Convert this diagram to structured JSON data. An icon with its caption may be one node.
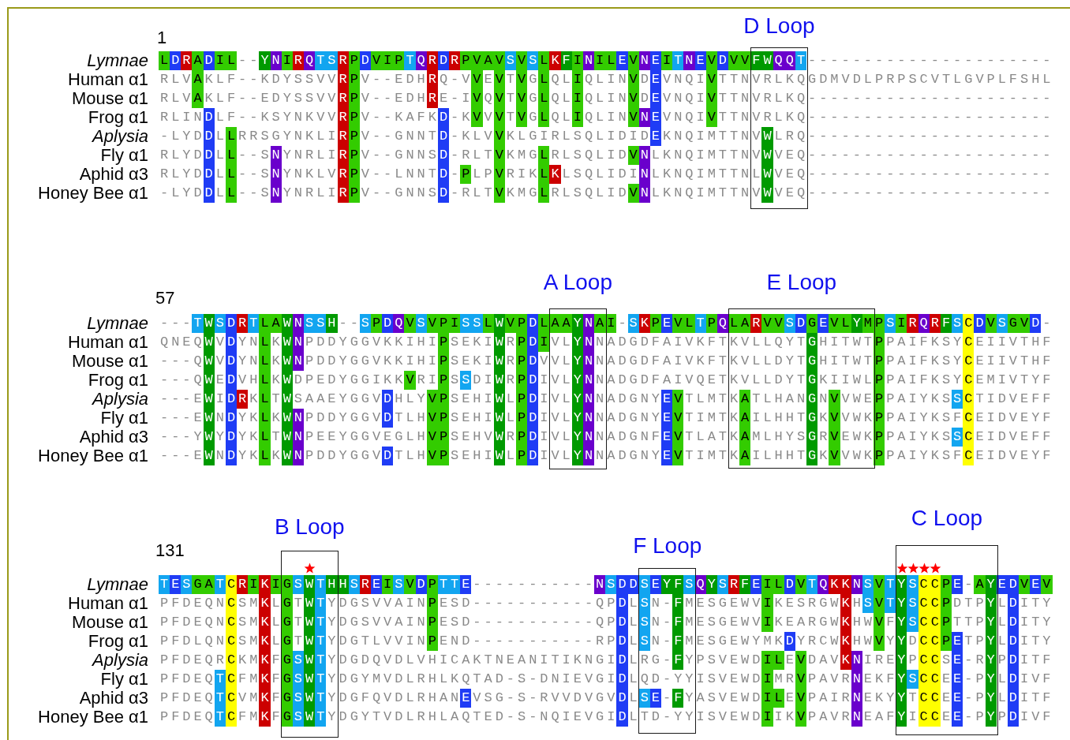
{
  "diagram": {
    "nodes": [
      {
        "text": [
          "D Loop"
        ]
      },
      {
        "text": [
          "A Loop"
        ]
      },
      {
        "text": [
          "E Loop"
        ]
      },
      {
        "text": [
          "B Loop"
        ]
      },
      {
        "text": [
          "F Loop"
        ]
      },
      {
        "text": [
          "C Loop"
        ]
      }
    ],
    "labels": [
      "1",
      "Lymnae",
      "LDRADIL--YNIRQTSRPDVIPTQRDRPVAVSVSLKFINILEVNEITNEVDVVFWQQT----------------------",
      "Human α1",
      "RLVAKLF--KDYSSVVRPV--EDHRQ-VVEVTVGLQLIQLINVDEVNQIVTTNVRLKQGDMVDLPRPSCVTLGVPLFSHL",
      "Mouse α1",
      "RLVAKLF--EDYSSVVRPV--EDHRE-IVQVTVGLQLIQLINVDEVNQIVTTNVRLKQ----------------------",
      "Frog α1",
      "RLINDLF--KSYNKVVRPV--KAFKD-KVVVTVGLQLIQLINVNEVNQIVTTNVRLKQ----------------------",
      "Aplysia",
      "-LYDDLLRRSGYNKLIRPV--GNNTD-KLVVKLGIRLSQLIDIDEKNQIMTTNVWLRQ----------------------",
      "Fly α1",
      "RLYDDLL--SNYNRLIRPV--GNNSD-RLTVKMGLRLSQLIDVNLKNQIMTTNVWVEQ----------------------",
      "Aphid α3",
      "RLYDDLL--SNYNKLVRPV--LNNTD-PLPVRIKLKLSQLIDINLKNQIMTTNLWVEQ----------------------",
      "Honey Bee α1",
      "-LYDDLL--SNYNRLIRPV--GNNSD-RLTVKMGLRLSQLIDVNLKNQIMTTNVWVEQ----------------------",
      "57",
      "Lymnae",
      "---TWSDRTLAWNSSH--SPDQVSVPISSLWVPDLAAYNAI-SKPEVLTPQLARVVSDGEVLYMPSIRQRFSCDVSGVD-",
      "Human α1",
      "QNEQWVDYNLKWNPDDYGGVKKIHIPSEKIWRPDIVLYNNADGDFAIVKFTKVLLQYTGHITWTPPAIFKSYCEIIVTHF",
      "Mouse α1",
      "---QWVDYNLKWNPDDYGGVKKIHIPSEKIWRPDVVLYNNADGDFAIVKFTKVLLDYTGHITWTPPAIFKSYCEIIVTHF",
      "Frog α1",
      "---QWEDVHLKWDPEDYGGIKKVRIPSSDIWRPDIVLYNNADGDFAIVQETKVLLDYTGKIIWLPPAIFKSYCEMIVTYF",
      "Aplysia",
      "---EWIDRKLTWSAAEYGGVDHLYVPSEHIWLPDIVLYNNADGNYEVTLMTKATLHANGNVVWEPPAIYKSSCTIDVEFF",
      "Fly α1",
      "---EWNDYKLKWNPDDYGGVDTLHVPSEHIWLPDIVLYNNADGNYEVTIMTKAILHHTGKVVWKPPAIYKSFCEIDVEYF",
      "Aphid α3",
      "---YWYDYKLTWNPEEYGGVEGLHVPSEHVWRPDIVLYNNADGNFEVTLATKAMLHYSGRVEWKPPAIYKSSCEIDVEFF",
      "Honey Bee α1",
      "---EWNDYKLKWNPDDYGGVDTLHVPSEHIWLPDIVLYNNADGNYEVTIMTKAILHHTGKVVWKPPAIYKSFCEIDVEYF",
      "131",
      "Lymnae",
      "TESGATCRIKIGSWTHHSREISVDPTTE-----------NSDDSEYFSQYSRFEILDVTQKKNSVTYSCCPE-AYEDVEV",
      "Human α1",
      "PFDEQNCSMKLGTWTYDGSVVAINPESD-----------QPDLSN-FMESGEWVIKESRGWKHSVTYSCCPDTPYLDITY",
      "Mouse α1",
      "PFDEQNCSMKLGTWTYDGSVVAINPESD-----------QPDLSN-FMESGEWVIKEARGWKHWVFYSCCPTTPYLDITY",
      "Frog α1",
      "PFDLQNCSMKLGTWTYDGTLVVINPEND-----------RPDLSN-FMESGEWYMKDYRCWKHWVYYDCCPETPYLDITY",
      "Aplysia",
      "PFDEQRCKMKFGSWTYDGDQVDLVHICAKTNEANITIKNGIDLRG-FYPSVEWDILEVDAVKNIREYPCCSE-RYPDITF",
      "Fly α1",
      "PFDEQTCFMKFGSWTYDGYMVDLRHLKQTAD-S-DNIEVGIDLQD-YYISVEWDIMRVPAVRNEKFYSCCEE-PYLDIVF",
      "Aphid α3",
      "PFDEQTCVMKFGSWTYDGFQVDLRHANEVSG-S-RVVDVGVDLSE-FYASVEWDILEVPAIRNEKYYTCCEE-PYLDITF",
      "Honey Bee α1",
      "PFDEQTCFMKFGSWTYDGYTVDLRHLAQTED-S-NQIEVGIDLTD-YYISVEWDIIKVPAVRNEAFYICCEE-PYPDIVF"
    ]
  }
}
